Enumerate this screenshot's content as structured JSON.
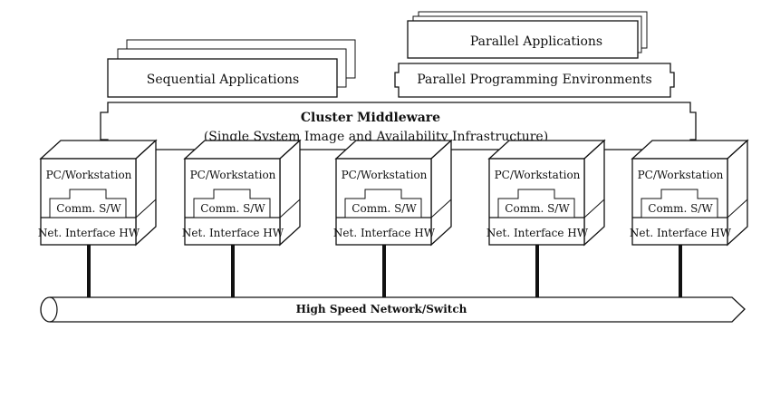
{
  "top_layer": {
    "sequential_label": "Sequential Applications",
    "parallel_apps_label": "Parallel Applications",
    "parallel_env_label": "Parallel Programming Environments"
  },
  "middleware": {
    "title": "Cluster Middleware",
    "subtitle": "(Single System Image and Availability Infrastructure)"
  },
  "nodes": [
    {
      "pc_label": "PC/Workstation",
      "comm_label": "Comm. S/W",
      "nic_label": "Net. Interface HW"
    },
    {
      "pc_label": "PC/Workstation",
      "comm_label": "Comm. S/W",
      "nic_label": "Net. Interface HW"
    },
    {
      "pc_label": "PC/Workstation",
      "comm_label": "Comm. S/W",
      "nic_label": "Net. Interface HW"
    },
    {
      "pc_label": "PC/Workstation",
      "comm_label": "Comm. S/W",
      "nic_label": "Net. Interface HW"
    },
    {
      "pc_label": "PC/Workstation",
      "comm_label": "Comm. S/W",
      "nic_label": "Net. Interface HW"
    }
  ],
  "network": {
    "label": "High Speed Network/Switch"
  }
}
